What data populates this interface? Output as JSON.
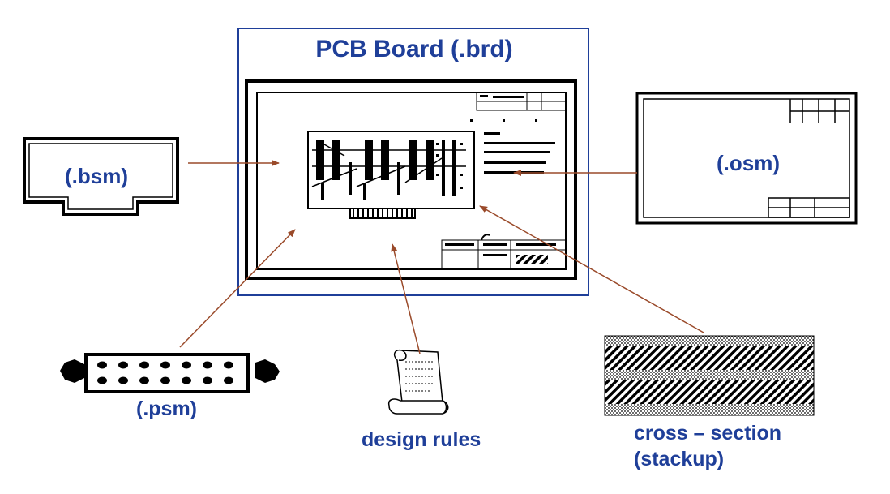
{
  "diagram": {
    "title": "PCB Board (.brd)",
    "nodes": {
      "bsm": {
        "label": "(.bsm)"
      },
      "osm": {
        "label": "(.osm)"
      },
      "psm": {
        "label": "(.psm)"
      },
      "design_rules": {
        "label": "design rules"
      },
      "cross_section": {
        "label_line1": "cross – section",
        "label_line2": "(stackup)"
      }
    },
    "colors": {
      "label_text": "#1f3f99",
      "frame_border": "#1f3f99",
      "arrow": "#9a4a2a",
      "drawing": "#000000"
    }
  }
}
